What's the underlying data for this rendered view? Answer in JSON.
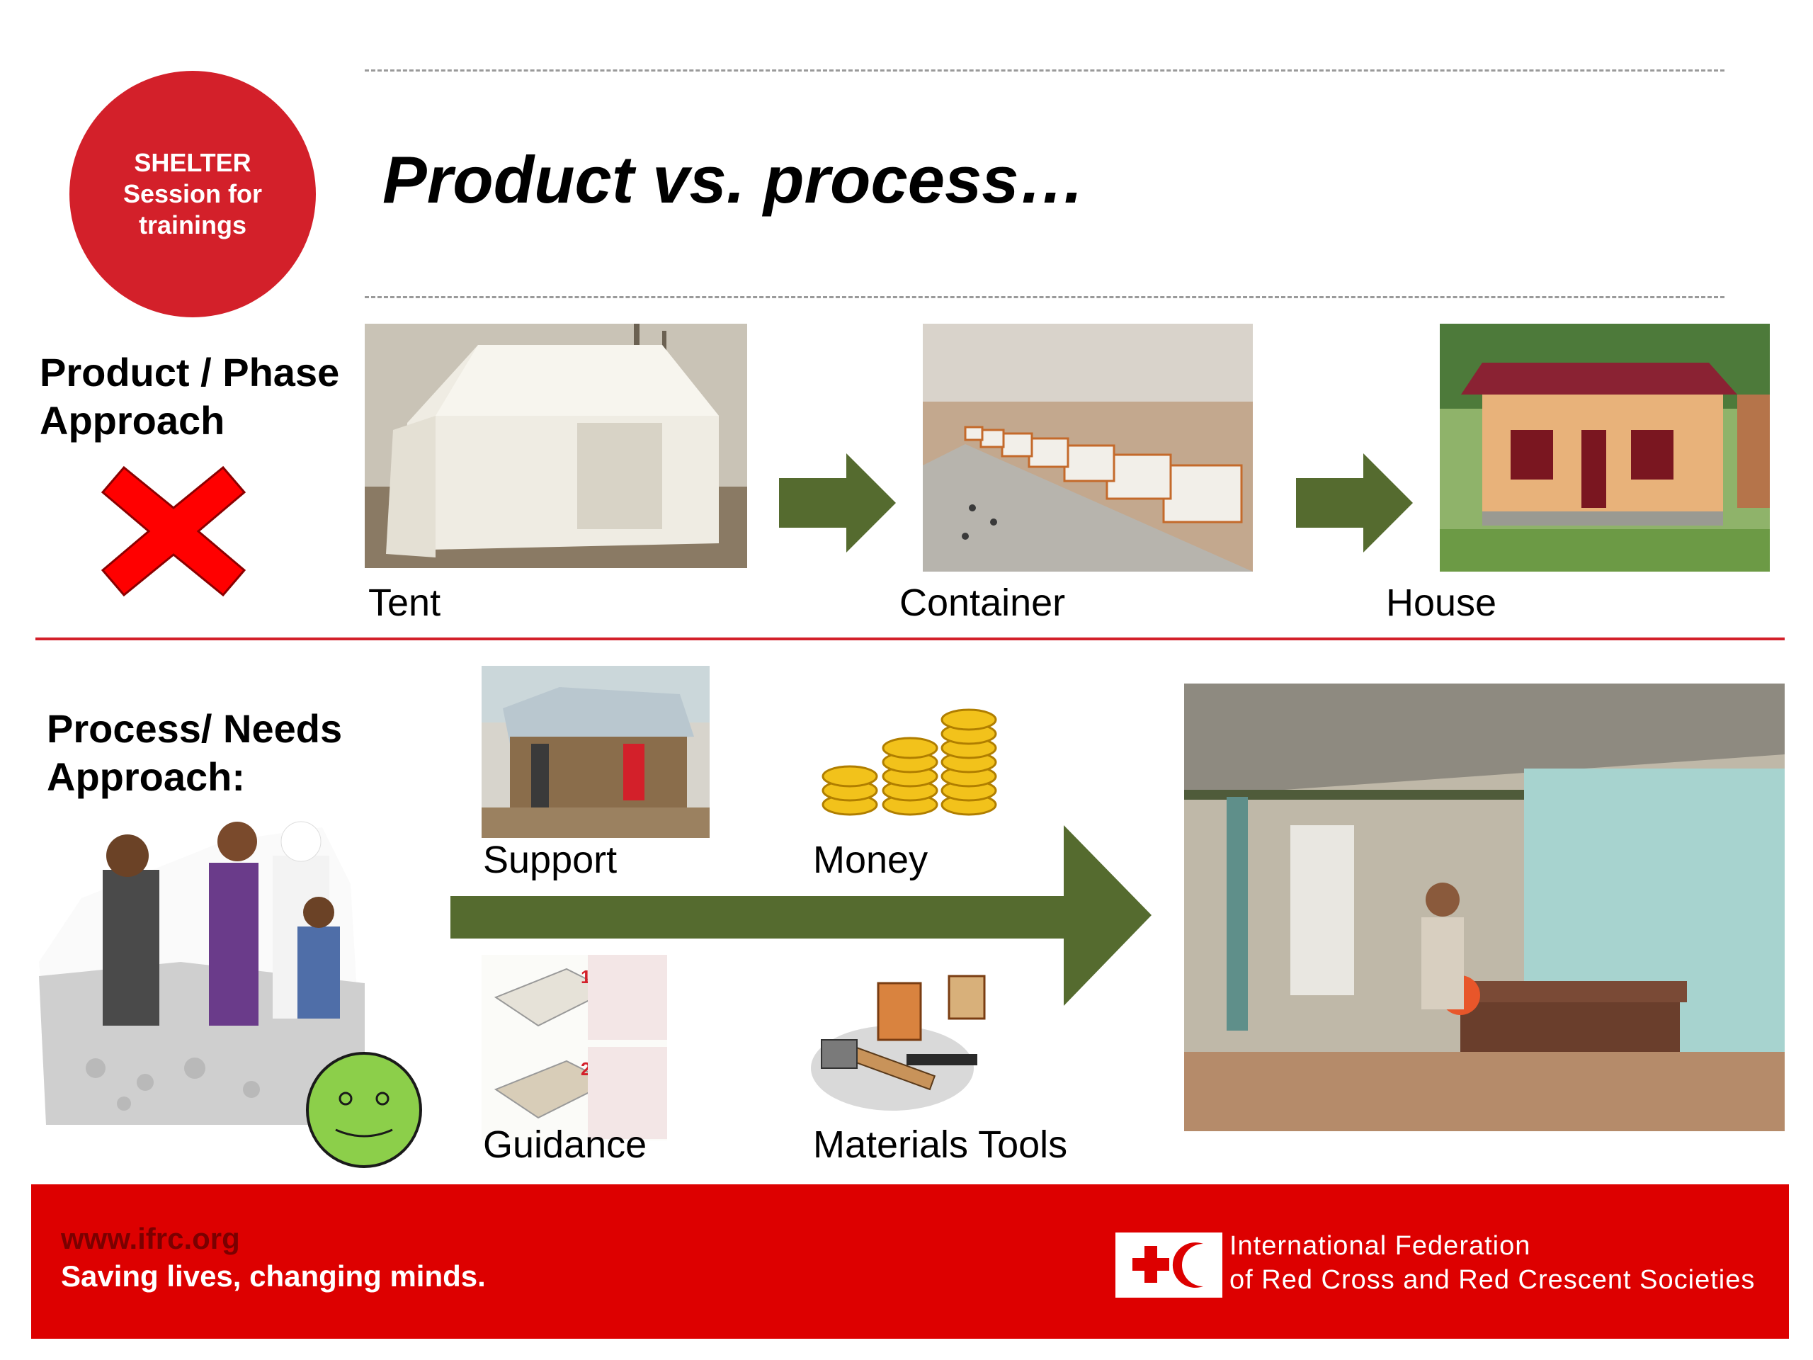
{
  "badge": {
    "lines": [
      "SHELTER",
      "Session for",
      "trainings"
    ]
  },
  "title": "Product vs. process…",
  "product_section": {
    "heading": [
      "Product / Phase",
      "Approach"
    ],
    "items": [
      {
        "caption": "Tent"
      },
      {
        "caption": "Container"
      },
      {
        "caption": "House"
      }
    ]
  },
  "process_section": {
    "heading": [
      "Process/ Needs",
      "Approach:"
    ],
    "items": [
      {
        "caption": "Support"
      },
      {
        "caption": "Money"
      },
      {
        "caption": "Guidance"
      },
      {
        "caption": "Materials Tools"
      }
    ]
  },
  "footer": {
    "url": "www.ifrc.org",
    "slogan": "Saving lives, changing minds.",
    "org_line1": "International Federation",
    "org_line2": "of Red Cross and Red Crescent Societies"
  },
  "colors": {
    "brand_red": "#d3202a",
    "footer_red": "#dd0000",
    "arrow_green": "#556b2f",
    "smiley_green": "#8ccf4a"
  }
}
